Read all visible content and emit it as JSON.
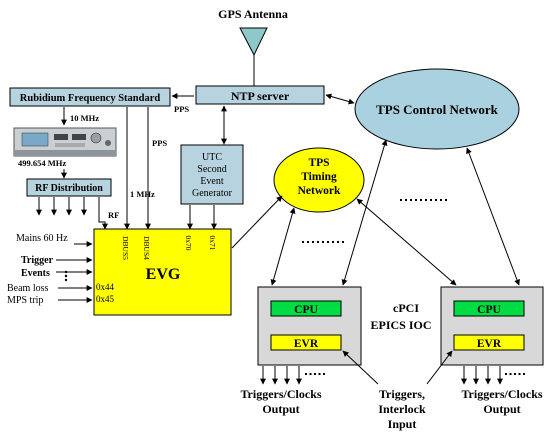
{
  "antenna": {
    "label": "GPS Antenna"
  },
  "ntp": {
    "label": "NTP server"
  },
  "control_network": {
    "label": "TPS Control Network"
  },
  "rubidium": {
    "label": "Rubidium Frequency Standard"
  },
  "signals": {
    "pps_left": "PPS",
    "pps_right": "PPS",
    "ten_mhz": "10 MHz",
    "one_mhz": "1 MHz",
    "rf": "RF"
  },
  "generator": {
    "freq_label": "499.654 MHz"
  },
  "rf_distribution": {
    "label": "RF Distribution"
  },
  "utc": {
    "line1": "UTC",
    "line2": "Second",
    "line3": "Event",
    "line4": "Generator"
  },
  "timing_network": {
    "line1": "TPS",
    "line2": "Timing",
    "line3": "Network"
  },
  "evg": {
    "label": "EVG",
    "ports": [
      "DBUS5",
      "DBUS4",
      "0x70",
      "0x71"
    ],
    "in_44": "0x44",
    "in_45": "0x45"
  },
  "inputs": {
    "mains": "Mains 60 Hz",
    "trigger1": "Trigger",
    "trigger2": "Events",
    "beam_loss": "Beam loss",
    "mps_trip": "MPS trip"
  },
  "ioc": {
    "cpu": "CPU",
    "evr": "EVR",
    "label1": "cPCI",
    "label2": "EPICS IOC"
  },
  "outputs": {
    "left1": "Triggers/Clocks",
    "left2": "Output",
    "mid1": "Triggers,",
    "mid2": "Interlock",
    "mid3": "Input",
    "right1": "Triggers/Clocks",
    "right2": "Output"
  },
  "colors": {
    "box_blue": "#b7d3df",
    "ellipse_blue": "#a9d1df",
    "evg_yellow": "#ffff00",
    "ioc_gray": "#d8d8d8",
    "cpu_green": "#00dd44",
    "evr_yellow": "#ffff00",
    "antenna_fill": "#8ec8c8"
  }
}
